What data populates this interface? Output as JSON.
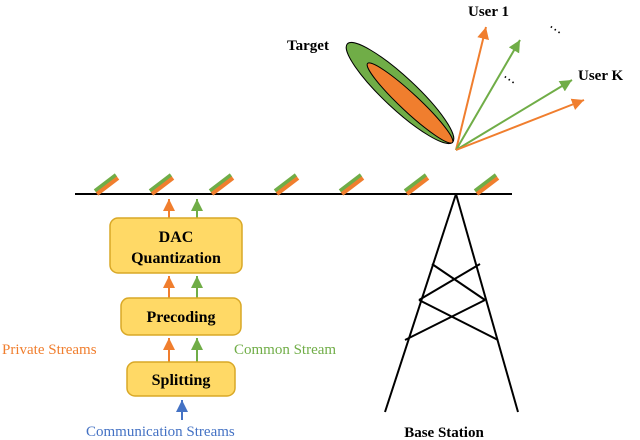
{
  "labels": {
    "target": "Target",
    "user1": "User 1",
    "userK": "User K",
    "ellipsis": "⋯",
    "dac_line1": "DAC",
    "dac_line2": "Quantization",
    "precoding": "Precoding",
    "splitting": "Splitting",
    "private_streams": "Private Streams",
    "common_stream": "Common Stream",
    "communication_streams": "Communication Streams",
    "base_station": "Base Station"
  },
  "colors": {
    "orange": "#F07E2E",
    "green": "#70AD47",
    "blue": "#4472C4",
    "box_fill": "#FFD966",
    "box_stroke": "#D9A826",
    "black": "#000000"
  }
}
